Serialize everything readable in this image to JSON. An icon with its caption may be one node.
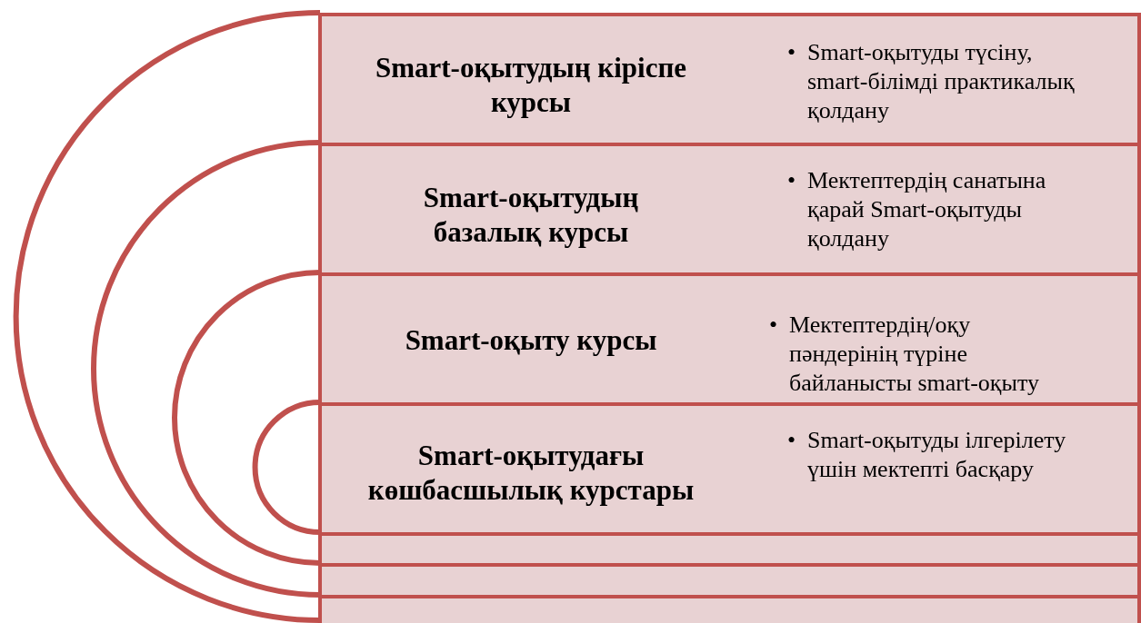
{
  "diagram": {
    "nodes": [
      {
        "text": [
          "Smart-оқытудың кіріспе курсы",
          "•",
          "Smart-оқытуды түсіну, smart-білімді практикалық қолдану"
        ]
      },
      {
        "text": [
          "Smart-оқытудың базалық курсы",
          "•",
          "Мектептердің санатына қарай Smart-оқытуды қолдану"
        ]
      },
      {
        "text": [
          "Smart-оқыту курсы",
          "•",
          "Мектептердің/оқу пәндерінің түріне байланысты smart-оқыту"
        ]
      },
      {
        "text": [
          "Smart-оқытудағы көшбасшылық курстары",
          "•",
          "Smart-оқытуды ілгерілету үшін мектепті басқару"
        ]
      },
      {
        "text": [],
        "shape": "bar"
      },
      {
        "text": [],
        "shape": "bar"
      },
      {
        "text": [],
        "shape": "bar"
      }
    ]
  }
}
